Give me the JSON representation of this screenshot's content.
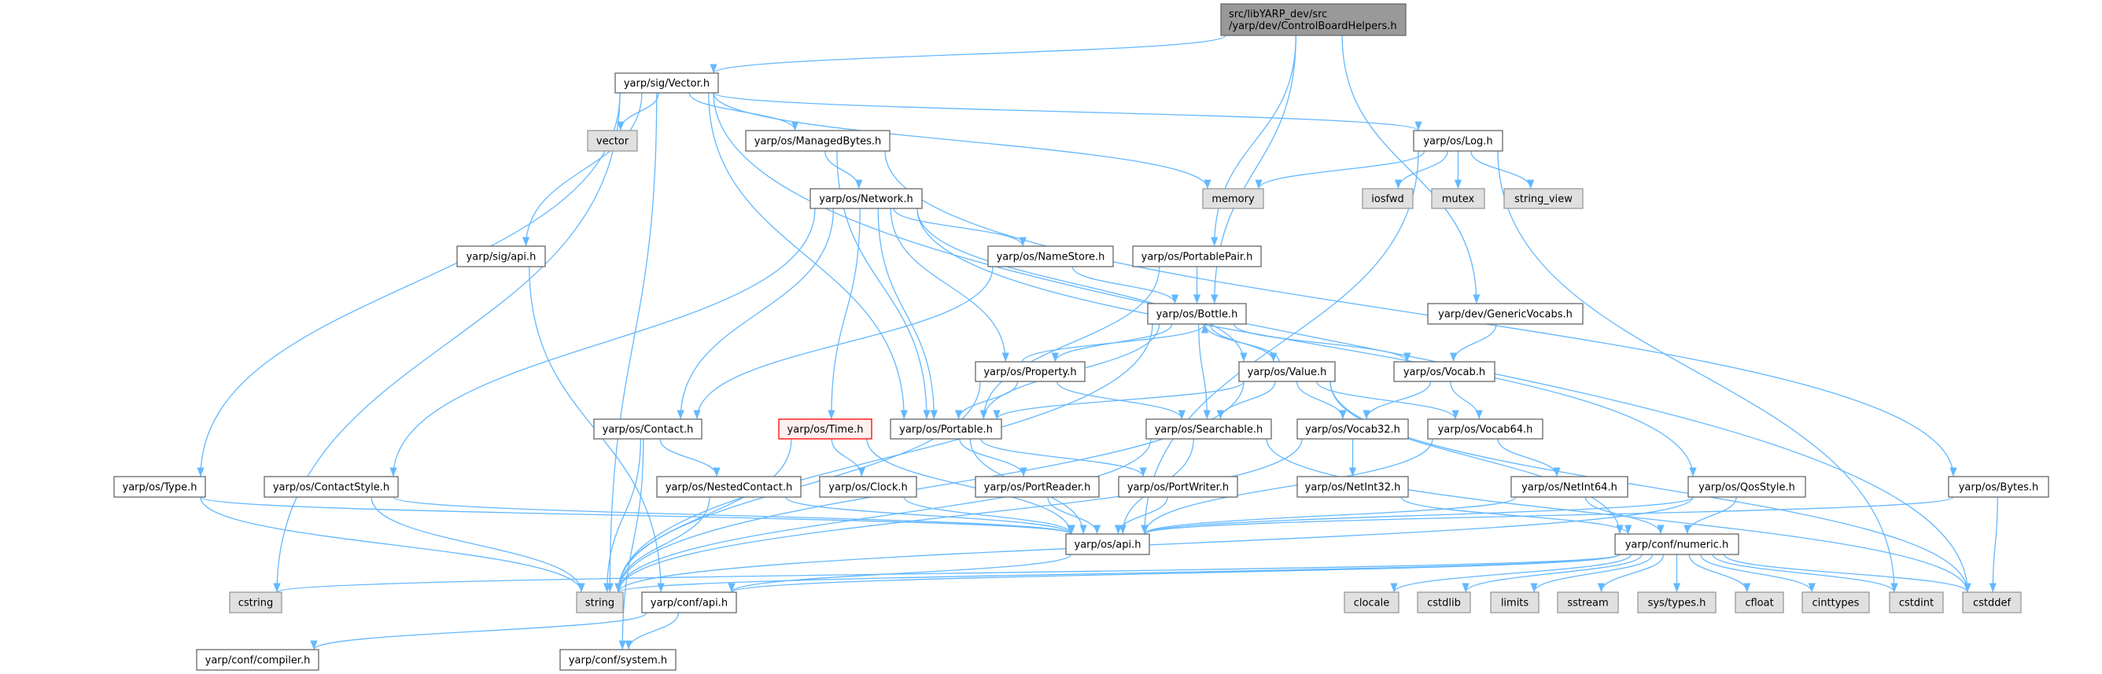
{
  "title": "src/libYARP_dev/src/yarp/dev/ControlBoardHelpers.h",
  "colors": {
    "edge": "#63b8ff",
    "node_border": "#666666",
    "external_fill": "#e0e0e0",
    "root_fill": "#999999",
    "highlight_border": "#ff0000"
  },
  "nodes": {
    "root": {
      "lines": [
        "src/libYARP_dev/src",
        "/yarp/dev/ControlBoardHelpers.h"
      ],
      "kind": "root"
    },
    "vectorh": {
      "lines": [
        "yarp/sig/Vector.h"
      ]
    },
    "vector": {
      "lines": [
        "vector"
      ],
      "kind": "ext"
    },
    "sigapi": {
      "lines": [
        "yarp/sig/api.h"
      ]
    },
    "managed": {
      "lines": [
        "yarp/os/ManagedBytes.h"
      ]
    },
    "log": {
      "lines": [
        "yarp/os/Log.h"
      ]
    },
    "network": {
      "lines": [
        "yarp/os/Network.h"
      ]
    },
    "memory": {
      "lines": [
        "memory"
      ],
      "kind": "ext"
    },
    "iosfwd": {
      "lines": [
        "iosfwd"
      ],
      "kind": "ext"
    },
    "mutex": {
      "lines": [
        "mutex"
      ],
      "kind": "ext"
    },
    "string_view": {
      "lines": [
        "string_view"
      ],
      "kind": "ext"
    },
    "namestore": {
      "lines": [
        "yarp/os/NameStore.h"
      ]
    },
    "portablepair": {
      "lines": [
        "yarp/os/PortablePair.h"
      ]
    },
    "bottle": {
      "lines": [
        "yarp/os/Bottle.h"
      ]
    },
    "genericvocabs": {
      "lines": [
        "yarp/dev/GenericVocabs.h"
      ]
    },
    "property": {
      "lines": [
        "yarp/os/Property.h"
      ]
    },
    "value": {
      "lines": [
        "yarp/os/Value.h"
      ]
    },
    "vocab": {
      "lines": [
        "yarp/os/Vocab.h"
      ]
    },
    "contact": {
      "lines": [
        "yarp/os/Contact.h"
      ]
    },
    "time": {
      "lines": [
        "yarp/os/Time.h"
      ],
      "kind": "hl"
    },
    "portable": {
      "lines": [
        "yarp/os/Portable.h"
      ]
    },
    "searchable": {
      "lines": [
        "yarp/os/Searchable.h"
      ]
    },
    "vocab32": {
      "lines": [
        "yarp/os/Vocab32.h"
      ]
    },
    "vocab64": {
      "lines": [
        "yarp/os/Vocab64.h"
      ]
    },
    "type": {
      "lines": [
        "yarp/os/Type.h"
      ]
    },
    "contactstyle": {
      "lines": [
        "yarp/os/ContactStyle.h"
      ]
    },
    "nestedcontact": {
      "lines": [
        "yarp/os/NestedContact.h"
      ]
    },
    "clock": {
      "lines": [
        "yarp/os/Clock.h"
      ]
    },
    "portreader": {
      "lines": [
        "yarp/os/PortReader.h"
      ]
    },
    "portwriter": {
      "lines": [
        "yarp/os/PortWriter.h"
      ]
    },
    "netint32": {
      "lines": [
        "yarp/os/NetInt32.h"
      ]
    },
    "netint64": {
      "lines": [
        "yarp/os/NetInt64.h"
      ]
    },
    "qosstyle": {
      "lines": [
        "yarp/os/QosStyle.h"
      ]
    },
    "bytes": {
      "lines": [
        "yarp/os/Bytes.h"
      ]
    },
    "osapi": {
      "lines": [
        "yarp/os/api.h"
      ]
    },
    "numeric": {
      "lines": [
        "yarp/conf/numeric.h"
      ]
    },
    "cstring": {
      "lines": [
        "cstring"
      ],
      "kind": "ext"
    },
    "string": {
      "lines": [
        "string"
      ],
      "kind": "ext"
    },
    "confapi": {
      "lines": [
        "yarp/conf/api.h"
      ]
    },
    "clocale": {
      "lines": [
        "clocale"
      ],
      "kind": "ext"
    },
    "cstdlib": {
      "lines": [
        "cstdlib"
      ],
      "kind": "ext"
    },
    "limits": {
      "lines": [
        "limits"
      ],
      "kind": "ext"
    },
    "sstream": {
      "lines": [
        "sstream"
      ],
      "kind": "ext"
    },
    "systypes": {
      "lines": [
        "sys/types.h"
      ],
      "kind": "ext"
    },
    "cfloat": {
      "lines": [
        "cfloat"
      ],
      "kind": "ext"
    },
    "cinttypes": {
      "lines": [
        "cinttypes"
      ],
      "kind": "ext"
    },
    "cstdint": {
      "lines": [
        "cstdint"
      ],
      "kind": "ext"
    },
    "cstddef": {
      "lines": [
        "cstddef"
      ],
      "kind": "ext"
    },
    "compiler": {
      "lines": [
        "yarp/conf/compiler.h"
      ]
    },
    "system": {
      "lines": [
        "yarp/conf/system.h"
      ]
    }
  },
  "edges": [
    [
      "root",
      "vectorh"
    ],
    [
      "root",
      "portablepair"
    ],
    [
      "root",
      "bottle"
    ],
    [
      "root",
      "genericvocabs"
    ],
    [
      "vectorh",
      "cstring"
    ],
    [
      "vectorh",
      "string"
    ],
    [
      "vectorh",
      "type"
    ],
    [
      "vectorh",
      "sigapi"
    ],
    [
      "vectorh",
      "vector"
    ],
    [
      "vectorh",
      "portable"
    ],
    [
      "vectorh",
      "managed"
    ],
    [
      "vectorh",
      "memory"
    ],
    [
      "vectorh",
      "log"
    ],
    [
      "vectorh",
      "cstddef"
    ],
    [
      "sigapi",
      "confapi"
    ],
    [
      "managed",
      "network"
    ],
    [
      "managed",
      "portable"
    ],
    [
      "managed",
      "bytes"
    ],
    [
      "network",
      "contactstyle"
    ],
    [
      "network",
      "contact"
    ],
    [
      "network",
      "time"
    ],
    [
      "network",
      "portable"
    ],
    [
      "network",
      "property"
    ],
    [
      "network",
      "namestore"
    ],
    [
      "network",
      "value"
    ],
    [
      "network",
      "qosstyle"
    ],
    [
      "namestore",
      "bottle"
    ],
    [
      "namestore",
      "contact"
    ],
    [
      "portablepair",
      "bottle"
    ],
    [
      "portablepair",
      "portable"
    ],
    [
      "bottle",
      "property"
    ],
    [
      "bottle",
      "value"
    ],
    [
      "bottle",
      "portable"
    ],
    [
      "bottle",
      "searchable"
    ],
    [
      "bottle",
      "vocab"
    ],
    [
      "bottle",
      "string"
    ],
    [
      "property",
      "bottle"
    ],
    [
      "property",
      "portable"
    ],
    [
      "property",
      "searchable"
    ],
    [
      "property",
      "string"
    ],
    [
      "value",
      "bottle"
    ],
    [
      "value",
      "portable"
    ],
    [
      "value",
      "searchable"
    ],
    [
      "value",
      "vocab32"
    ],
    [
      "value",
      "vocab64"
    ],
    [
      "value",
      "string"
    ],
    [
      "value",
      "cstddef"
    ],
    [
      "value",
      "numeric"
    ],
    [
      "vocab",
      "vocab32"
    ],
    [
      "vocab",
      "vocab64"
    ],
    [
      "log",
      "memory"
    ],
    [
      "log",
      "iosfwd"
    ],
    [
      "log",
      "mutex"
    ],
    [
      "log",
      "string_view"
    ],
    [
      "log",
      "osapi"
    ],
    [
      "log",
      "cstdint"
    ],
    [
      "genericvocabs",
      "vocab"
    ],
    [
      "contact",
      "string"
    ],
    [
      "contact",
      "nestedcontact"
    ],
    [
      "contact",
      "system"
    ],
    [
      "time",
      "clock"
    ],
    [
      "time",
      "osapi"
    ],
    [
      "time",
      "string"
    ],
    [
      "portable",
      "portreader"
    ],
    [
      "portable",
      "portwriter"
    ],
    [
      "portable",
      "osapi"
    ],
    [
      "searchable",
      "osapi"
    ],
    [
      "searchable",
      "string"
    ],
    [
      "searchable",
      "cstddef"
    ],
    [
      "vocab32",
      "netint32"
    ],
    [
      "vocab32",
      "string"
    ],
    [
      "vocab64",
      "netint64"
    ],
    [
      "vocab64",
      "osapi"
    ],
    [
      "type",
      "string"
    ],
    [
      "type",
      "osapi"
    ],
    [
      "contactstyle",
      "string"
    ],
    [
      "contactstyle",
      "osapi"
    ],
    [
      "nestedcontact",
      "string"
    ],
    [
      "nestedcontact",
      "osapi"
    ],
    [
      "clock",
      "osapi"
    ],
    [
      "portreader",
      "osapi"
    ],
    [
      "portwriter",
      "osapi"
    ],
    [
      "netint32",
      "numeric"
    ],
    [
      "netint64",
      "numeric"
    ],
    [
      "netint64",
      "osapi"
    ],
    [
      "qosstyle",
      "numeric"
    ],
    [
      "qosstyle",
      "osapi"
    ],
    [
      "qosstyle",
      "string"
    ],
    [
      "bytes",
      "osapi"
    ],
    [
      "bytes",
      "cstddef"
    ],
    [
      "osapi",
      "confapi"
    ],
    [
      "confapi",
      "compiler"
    ],
    [
      "confapi",
      "system"
    ],
    [
      "numeric",
      "confapi"
    ],
    [
      "numeric",
      "string"
    ],
    [
      "numeric",
      "cstring"
    ],
    [
      "numeric",
      "clocale"
    ],
    [
      "numeric",
      "cstdlib"
    ],
    [
      "numeric",
      "limits"
    ],
    [
      "numeric",
      "sstream"
    ],
    [
      "numeric",
      "systypes"
    ],
    [
      "numeric",
      "cfloat"
    ],
    [
      "numeric",
      "cinttypes"
    ],
    [
      "numeric",
      "cstdint"
    ],
    [
      "numeric",
      "cstddef"
    ]
  ]
}
